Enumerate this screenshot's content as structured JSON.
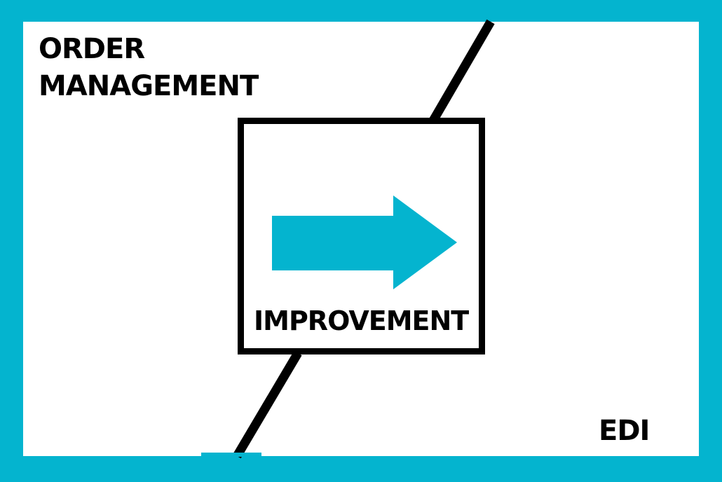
{
  "colors": {
    "frame": "#04b4cf",
    "arrow": "#04b4cf",
    "ink": "#000000",
    "background": "#ffffff"
  },
  "title": {
    "line1": "ORDER",
    "line2": "MANAGEMENT"
  },
  "center_box": {
    "label": "IMPROVEMENT",
    "icon": "right-arrow-icon"
  },
  "corner_label": "EDI"
}
